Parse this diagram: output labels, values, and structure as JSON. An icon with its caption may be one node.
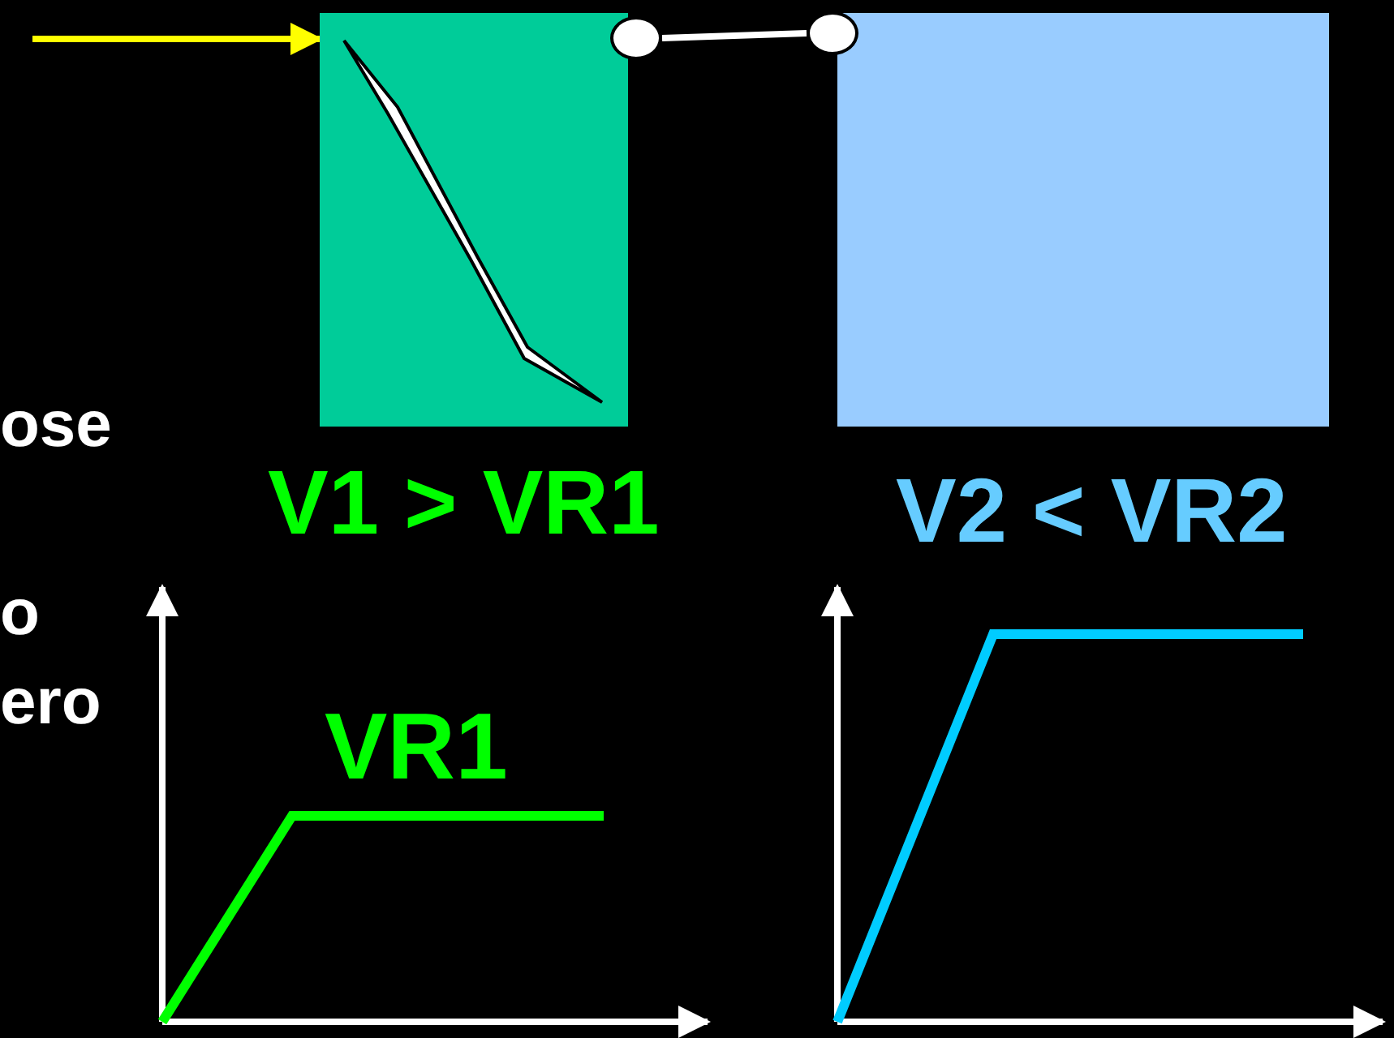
{
  "diagram": {
    "nodes": [
      {
        "text": [],
        "shape": "box",
        "beside": [
          "V1 > VR1"
        ]
      },
      {
        "text": [],
        "shape": "circle"
      },
      {
        "text": [],
        "shape": "circle"
      },
      {
        "text": [],
        "shape": "box",
        "beside": [
          "V2 < VR2"
        ]
      }
    ],
    "edges": [
      {
        "from": null,
        "to": 0,
        "arrow": "to",
        "color": "#ffff00"
      },
      {
        "from": 1,
        "to": 2,
        "arrow": "none",
        "color": "#ffffff"
      }
    ],
    "labels": [
      "ose",
      "o",
      "ero",
      "VR1"
    ]
  }
}
